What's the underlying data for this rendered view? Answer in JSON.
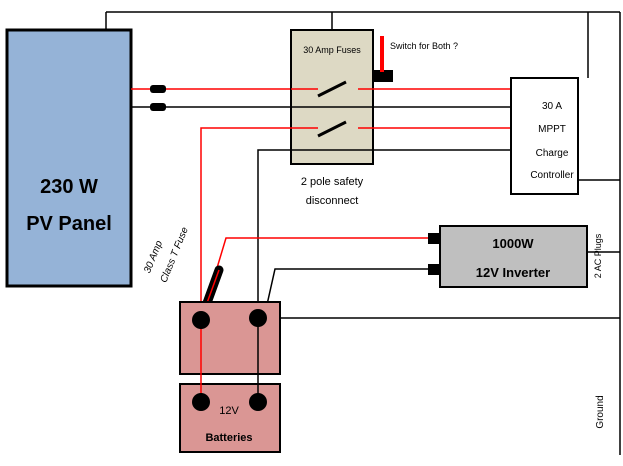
{
  "pv_panel": {
    "line1": "230 W",
    "line2": "PV Panel"
  },
  "fuse_box": {
    "title": "30 Amp Fuses",
    "caption_line1": "2 pole safety",
    "caption_line2": "disconnect"
  },
  "switch_note": "Switch for  Both ?",
  "controller": {
    "line1": "30 A",
    "line2": "MPPT",
    "line3": "Charge",
    "line4": "Controller"
  },
  "inverter": {
    "line1": "1000W",
    "line2": "12V Inverter"
  },
  "ac_plugs": "2 AC Plugs",
  "class_t_fuse": {
    "line1": "30 Amp",
    "line2": "Class T Fuse"
  },
  "batteries": {
    "voltage": "12V",
    "label": "Batteries"
  },
  "ground": "Ground",
  "colors": {
    "panel_fill": "#95b3d7",
    "fuse_box_fill": "#ddd9c4",
    "inverter_fill": "#bfbfbf",
    "battery_fill": "#da9694",
    "positive_wire": "#ff0000",
    "negative_wire": "#000000"
  }
}
